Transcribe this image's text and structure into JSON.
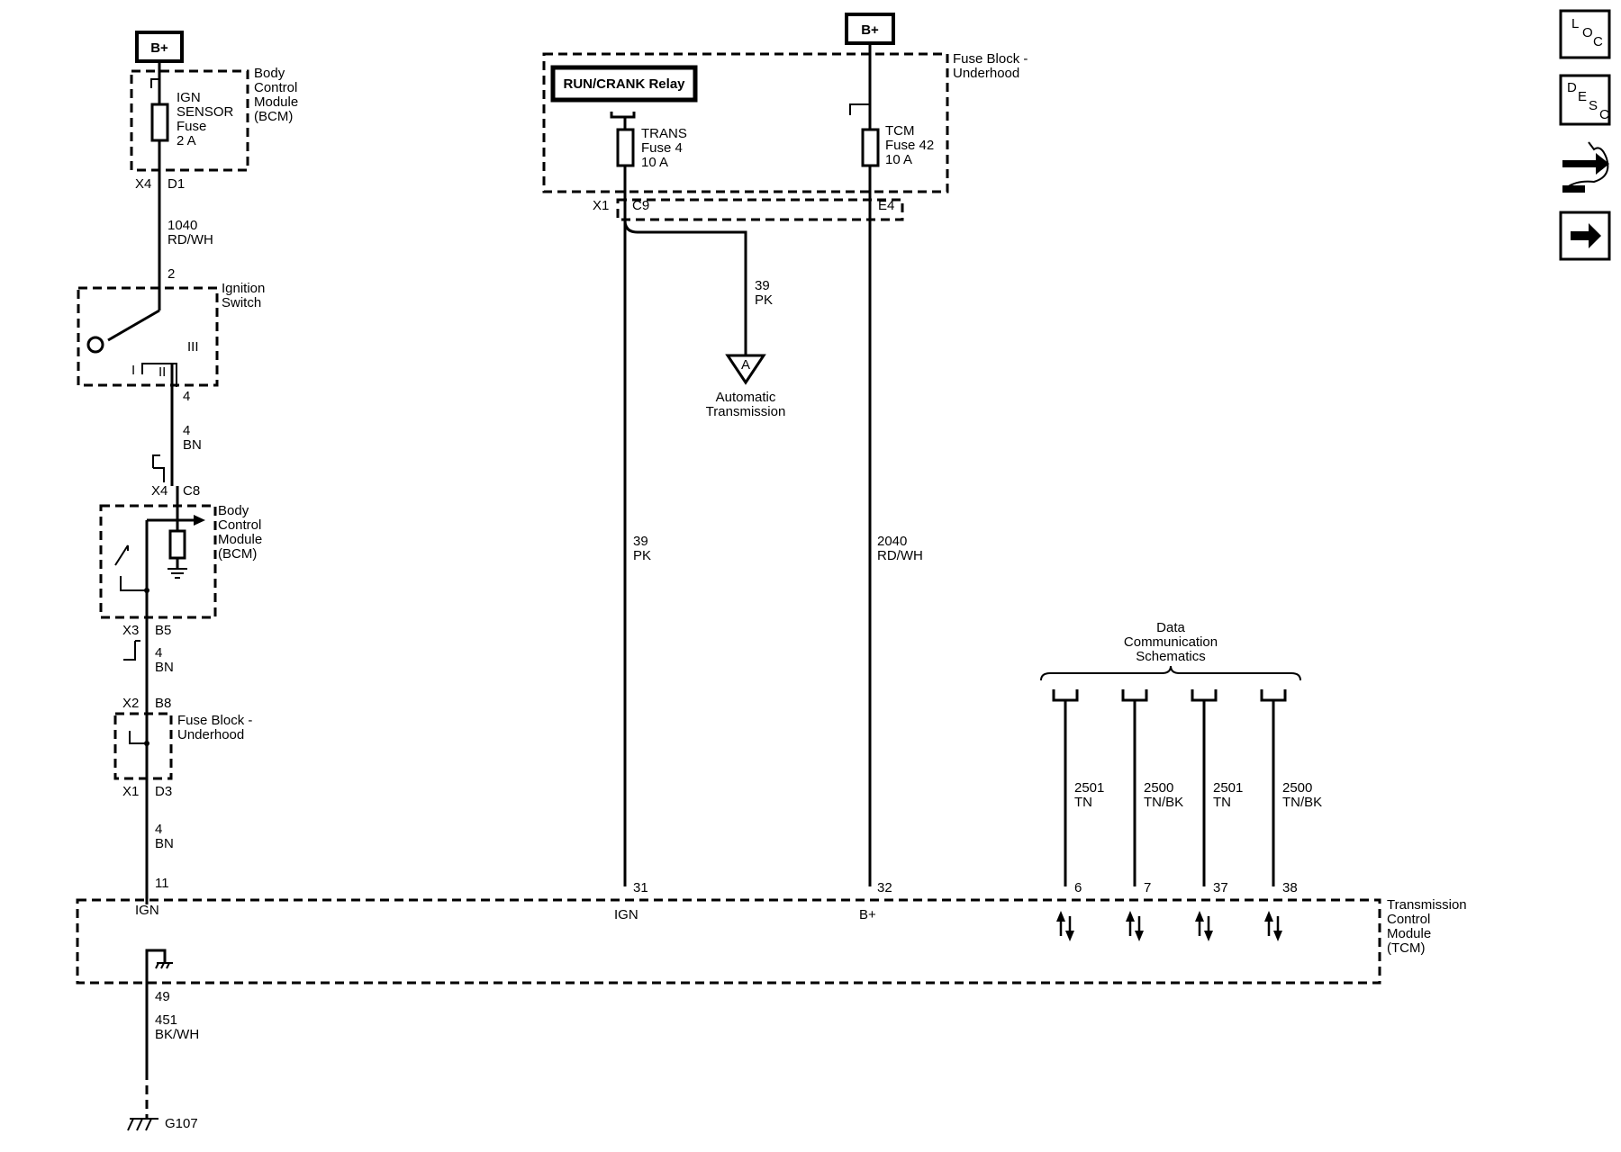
{
  "labels": {
    "bplus_top_left": "B+",
    "bplus_top_mid": "B+",
    "bcm_top": [
      "Body",
      "Control",
      "Module",
      "(BCM)"
    ],
    "ign_sensor_fuse": [
      "IGN",
      "SENSOR",
      "Fuse",
      "2 A"
    ],
    "x4_top": "X4",
    "d1": "D1",
    "wire_1040": [
      "1040",
      "RD/WH"
    ],
    "pin_2": "2",
    "ignition_switch": [
      "Ignition",
      "Switch"
    ],
    "switch_i": "I",
    "switch_ii": "II",
    "switch_iii": "III",
    "pin_4_sw": "4",
    "wire_4_bn_1": [
      "4",
      "BN"
    ],
    "x4_mid": "X4",
    "c8": "C8",
    "bcm_mid": [
      "Body",
      "Control",
      "Module",
      "(BCM)"
    ],
    "x3": "X3",
    "b5": "B5",
    "wire_4_bn_2": [
      "4",
      "BN"
    ],
    "x2": "X2",
    "b8": "B8",
    "fuse_block_left": [
      "Fuse Block -",
      "Underhood"
    ],
    "x1_left": "X1",
    "d3": "D3",
    "wire_4_bn_3": [
      "4",
      "BN"
    ],
    "pin_11": "11",
    "ign_left": "IGN",
    "pin_49": "49",
    "wire_451": [
      "451",
      "BK/WH"
    ],
    "ground": "G107",
    "run_crank_relay": "RUN/CRANK Relay",
    "trans_fuse": [
      "TRANS",
      "Fuse 4",
      "10 A"
    ],
    "tcm_fuse": [
      "TCM",
      "Fuse 42",
      "10 A"
    ],
    "fuse_block_top": [
      "Fuse Block -",
      "Underhood"
    ],
    "x1_top": "X1",
    "c9": "C9",
    "e4": "E4",
    "wire_39_branch": [
      "39",
      "PK"
    ],
    "connector_a": "A",
    "automatic_transmission": [
      "Automatic",
      "Transmission"
    ],
    "wire_39_main": [
      "39",
      "PK"
    ],
    "wire_2040": [
      "2040",
      "RD/WH"
    ],
    "pin_31": "31",
    "ign_mid": "IGN",
    "pin_32": "32",
    "bplus_tcm": "B+",
    "data_comm": [
      "Data",
      "Communication",
      "Schematics"
    ],
    "wire_2501_a": [
      "2501",
      "TN"
    ],
    "wire_2500_a": [
      "2500",
      "TN/BK"
    ],
    "wire_2501_b": [
      "2501",
      "TN"
    ],
    "wire_2500_b": [
      "2500",
      "TN/BK"
    ],
    "pin_6": "6",
    "pin_7": "7",
    "pin_37": "37",
    "pin_38": "38",
    "tcm": [
      "Transmission",
      "Control",
      "Module",
      "(TCM)"
    ]
  },
  "nav": {
    "loc": [
      "L",
      "O",
      "C"
    ],
    "desc": [
      "D",
      "E",
      "S",
      "C"
    ],
    "connector_icon": "connector-end-view-icon",
    "next_icon": "right-arrow-icon"
  }
}
